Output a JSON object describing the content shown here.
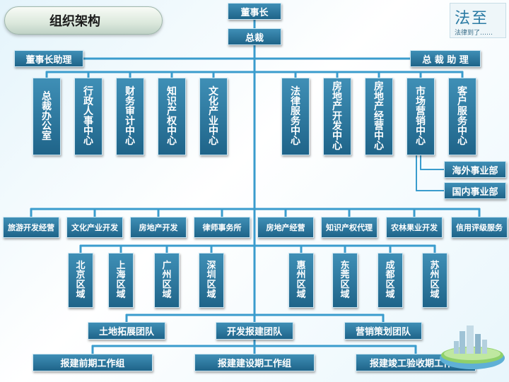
{
  "title": "组织架构",
  "logo": {
    "main": "法至",
    "sub": "法律到了……"
  },
  "colors": {
    "node_top": "#3f8fb6",
    "node_bottom": "#1f6489",
    "line": "#3a9ccd"
  },
  "nodes": {
    "chairman": "董事长",
    "president": "总裁",
    "chairman_assistant": "董事长助理",
    "president_assistant": "总 裁 助 理",
    "centers": [
      "总裁办公室",
      "行政人事中心",
      "财务审计中心",
      "知识产权中心",
      "文化产业中心",
      "法律服务中心",
      "房地产开发中心",
      "房地产经营中心",
      "市场营销中心",
      "客户服务中心"
    ],
    "marketing_sub": [
      "海外事业部",
      "国内事业部"
    ],
    "divisions": [
      "旅游开发经营",
      "文化产业开发",
      "房地产开发",
      "律师事务所",
      "房地产经营",
      "知识产权代理",
      "农林果业开发",
      "信用评级服务"
    ],
    "regions": [
      "北京区域",
      "上海区域",
      "广州区域",
      "深圳区域",
      "惠州区域",
      "东莞区域",
      "成都区域",
      "苏州区域"
    ],
    "teams": [
      "土地拓展团队",
      "开发报建团队",
      "营销策划团队"
    ],
    "workgroups": [
      "报建前期工作组",
      "报建建设期工作组",
      "报建竣工验收期工作组"
    ]
  }
}
